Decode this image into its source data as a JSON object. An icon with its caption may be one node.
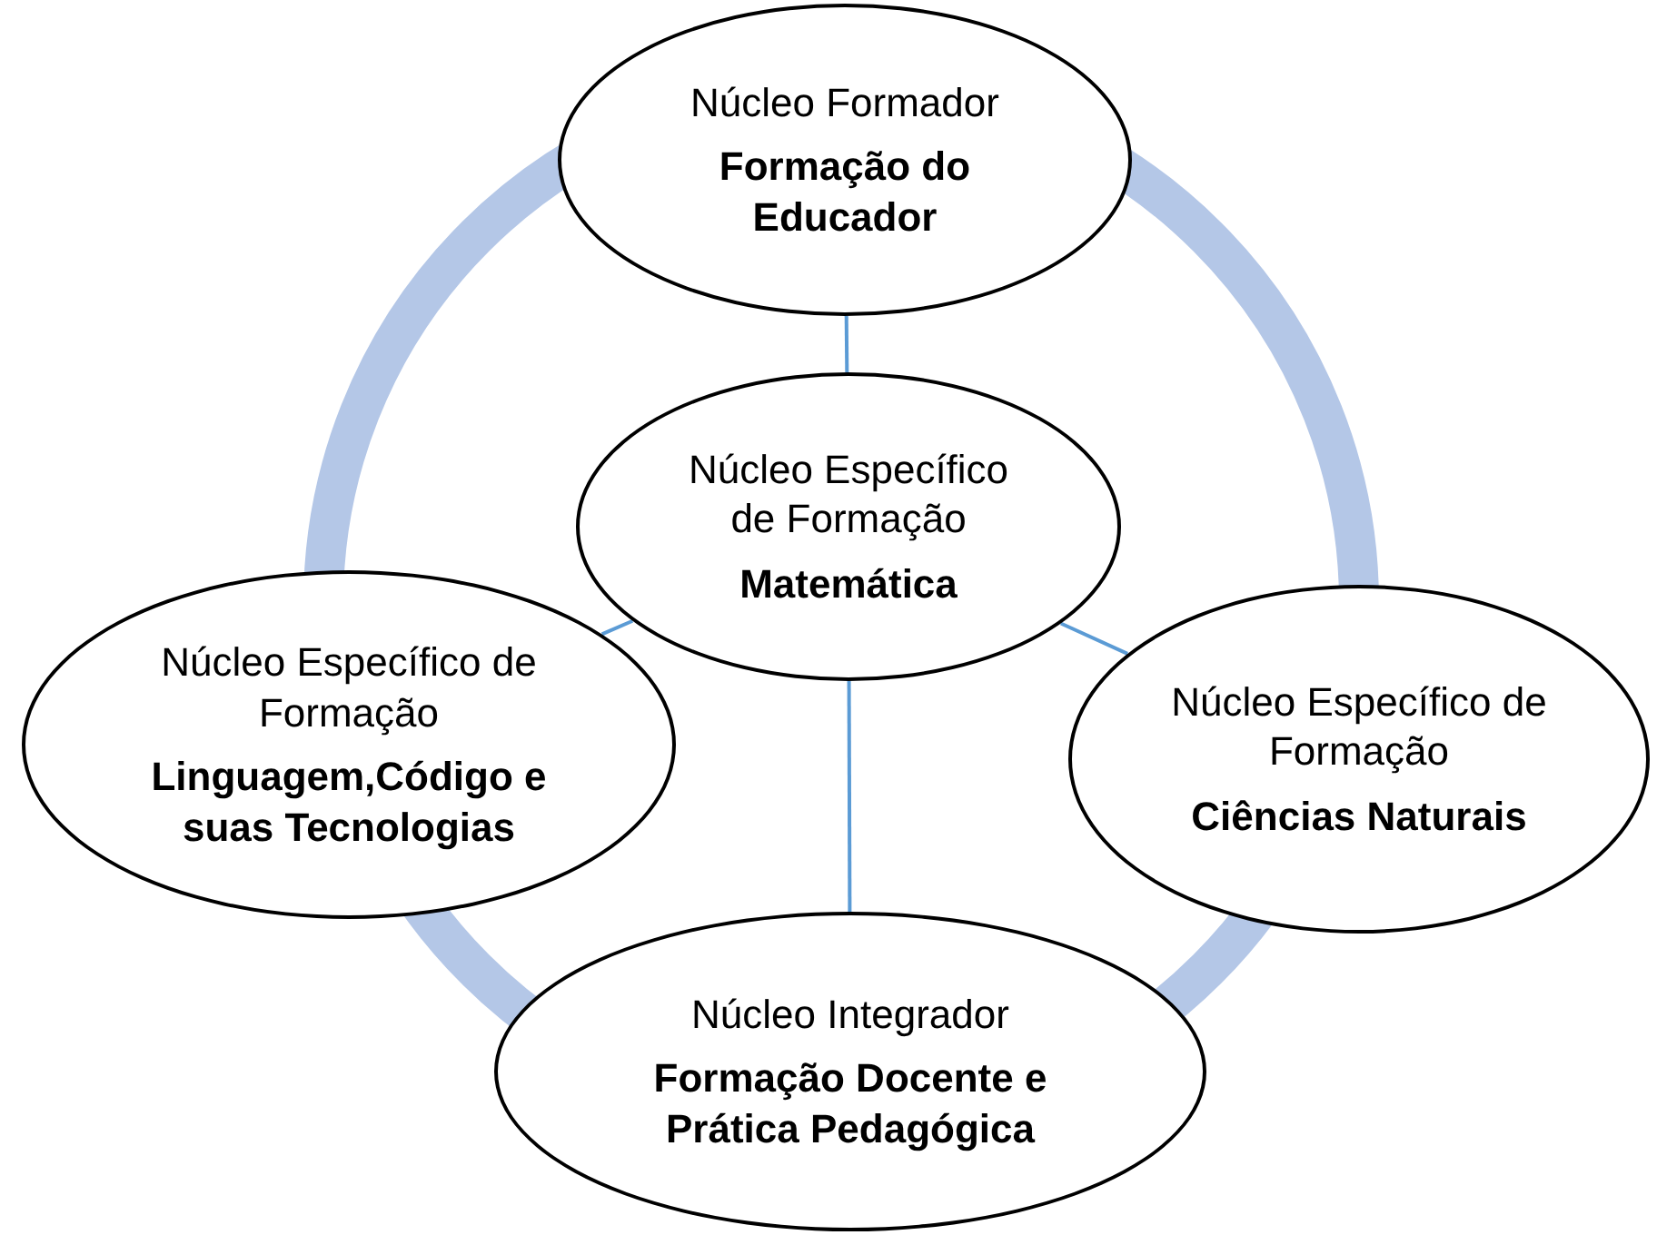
{
  "diagram": {
    "nodes": [
      {
        "text": [
          "Núcleo Formador",
          "Formação do Educador"
        ]
      },
      {
        "text": [
          "Núcleo Específico de Formação",
          "Matemática"
        ]
      },
      {
        "text": [
          "Núcleo Específico de Formação",
          "Linguagem,Código e suas Tecnologias"
        ]
      },
      {
        "text": [
          "Núcleo Específico de Formação",
          "Ciências Naturais"
        ]
      },
      {
        "text": [
          "Núcleo Integrador",
          "Formação Docente e Prática Pedagógica"
        ]
      }
    ],
    "edges": [
      {
        "from": 1,
        "to": 0,
        "arrow": "none"
      },
      {
        "from": 1,
        "to": 2,
        "arrow": "none"
      },
      {
        "from": 1,
        "to": 3,
        "arrow": "none"
      },
      {
        "from": 1,
        "to": 4,
        "arrow": "none"
      }
    ]
  }
}
